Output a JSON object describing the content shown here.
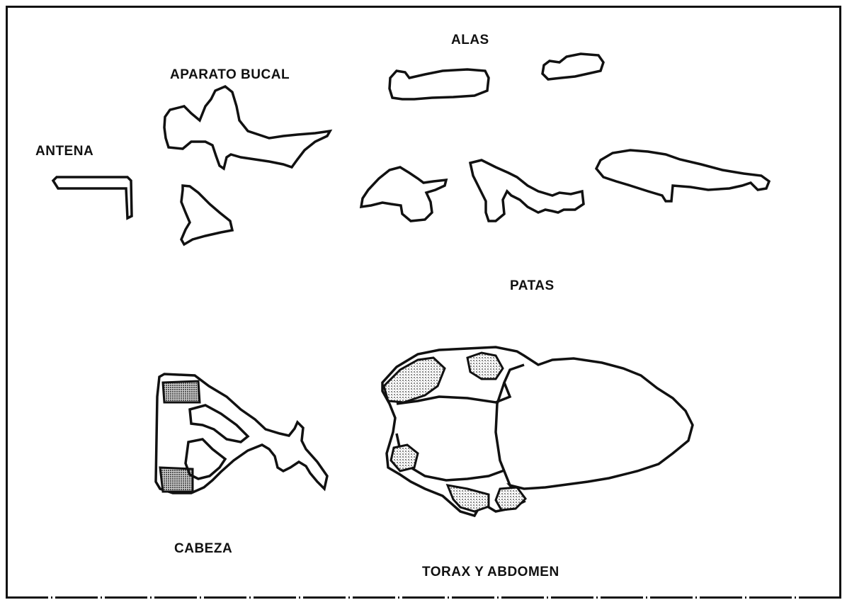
{
  "labels": {
    "alas": "ALAS",
    "aparato_bucal": "APARATO BUCAL",
    "antena": "ANTENA",
    "patas": "PATAS",
    "cabeza": "CABEZA",
    "torax_abdomen": "TORAX Y ABDOMEN"
  },
  "colors": {
    "line": "#111111",
    "background": "#ffffff",
    "shading": "#9a9a9a"
  }
}
